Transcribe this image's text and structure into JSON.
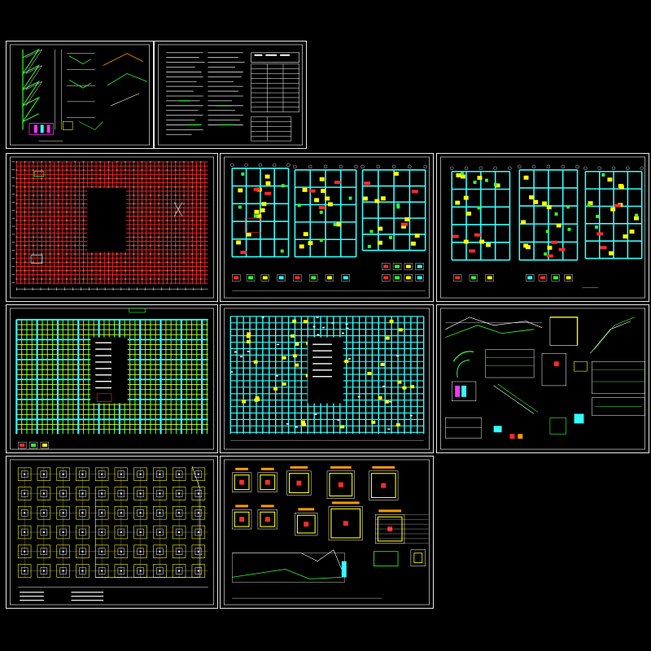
{
  "canvas": {
    "background": "#000000",
    "frame_color": "#e8e8e8"
  },
  "palette": {
    "red": "#ff2a2a",
    "green": "#33ff33",
    "cyan": "#33ffff",
    "yellow": "#ffff00",
    "white": "#ffffff",
    "magenta": "#ff33ff",
    "orange": "#ff9900",
    "grey": "#9a9a9a"
  },
  "sheets": [
    {
      "id": "stair-details-top",
      "kind": "stair sections"
    },
    {
      "id": "general-notes",
      "kind": "notes and tables"
    },
    {
      "id": "pile-layout-plan",
      "kind": "dense red grid plan"
    },
    {
      "id": "floor-plans-a",
      "kind": "three partial plans with details"
    },
    {
      "id": "floor-plans-b",
      "kind": "three partial plans with details"
    },
    {
      "id": "beam-plan-green",
      "kind": "green/yellow grid plan"
    },
    {
      "id": "slab-reinforcement-plan",
      "kind": "cyan grid plan"
    },
    {
      "id": "stair-details-right",
      "kind": "stair sections"
    },
    {
      "id": "foundation-plan",
      "kind": "pile cap grid"
    },
    {
      "id": "pile-cap-details",
      "kind": "cap details and section"
    }
  ]
}
